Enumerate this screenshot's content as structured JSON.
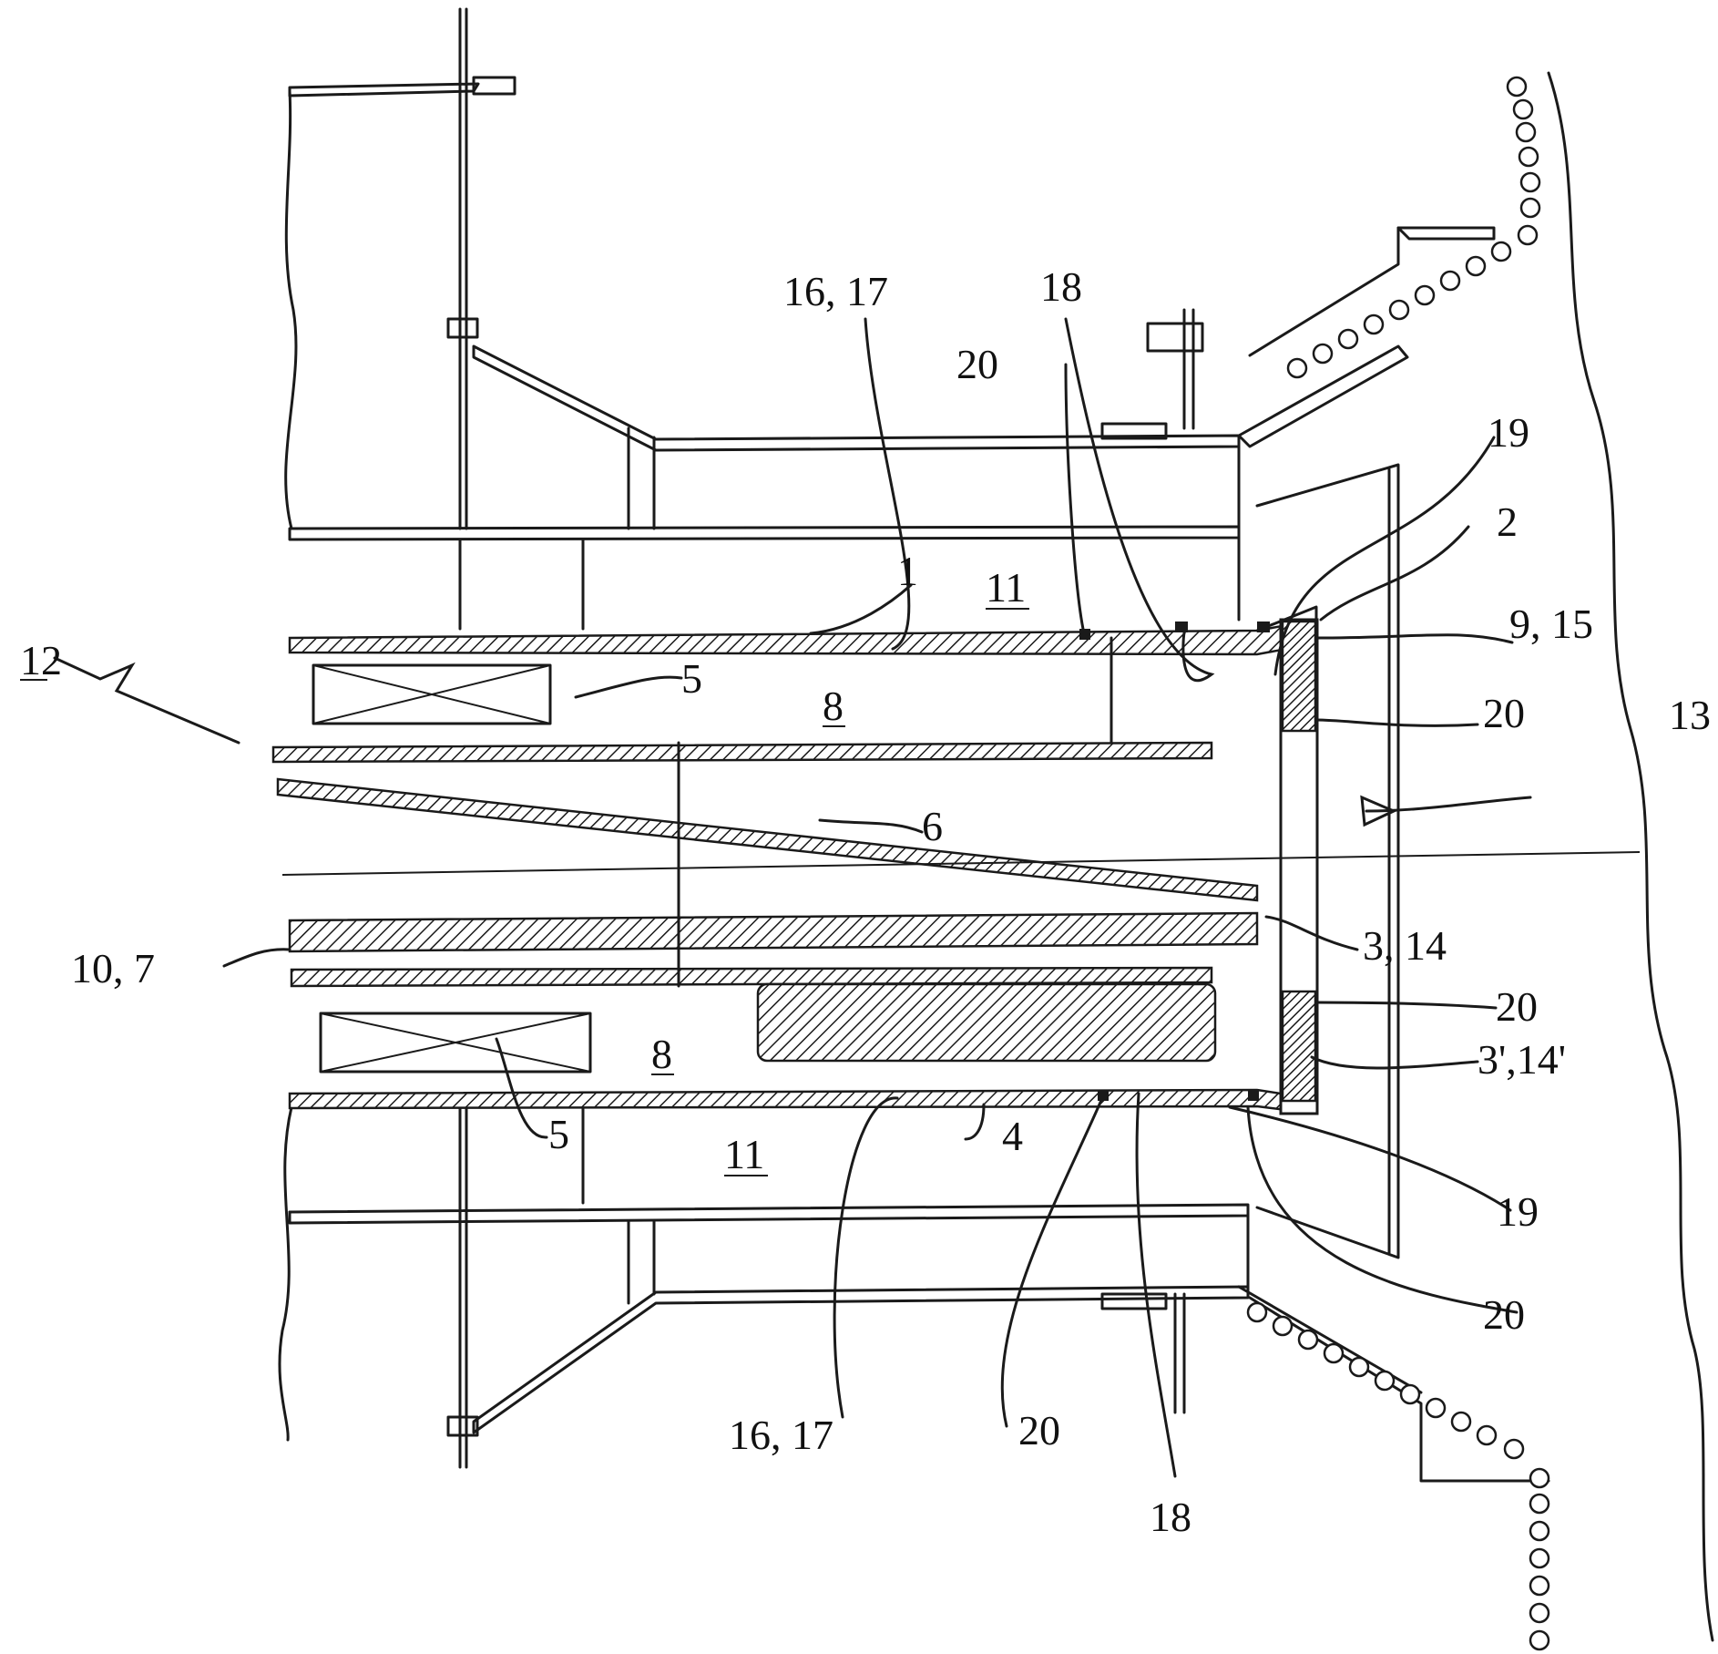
{
  "labels": {
    "l12": "12",
    "l13": "13",
    "l1": "1",
    "l2": "2",
    "l4": "4",
    "l5a": "5",
    "l5b": "5",
    "l6": "6",
    "l8a": "8",
    "l8b": "8",
    "l11a": "11",
    "l11b": "11",
    "l16_17a": "16, 17",
    "l16_17b": "16, 17",
    "l18a": "18",
    "l18b": "18",
    "l19a": "19",
    "l19b": "19",
    "l20a": "20",
    "l20b": "20",
    "l20c": "20",
    "l20d": "20",
    "l20e": "20",
    "l9_15": "9, 15",
    "l3_14": "3, 14",
    "l3p_14p": "3',14'",
    "l10_7": "10, 7"
  }
}
